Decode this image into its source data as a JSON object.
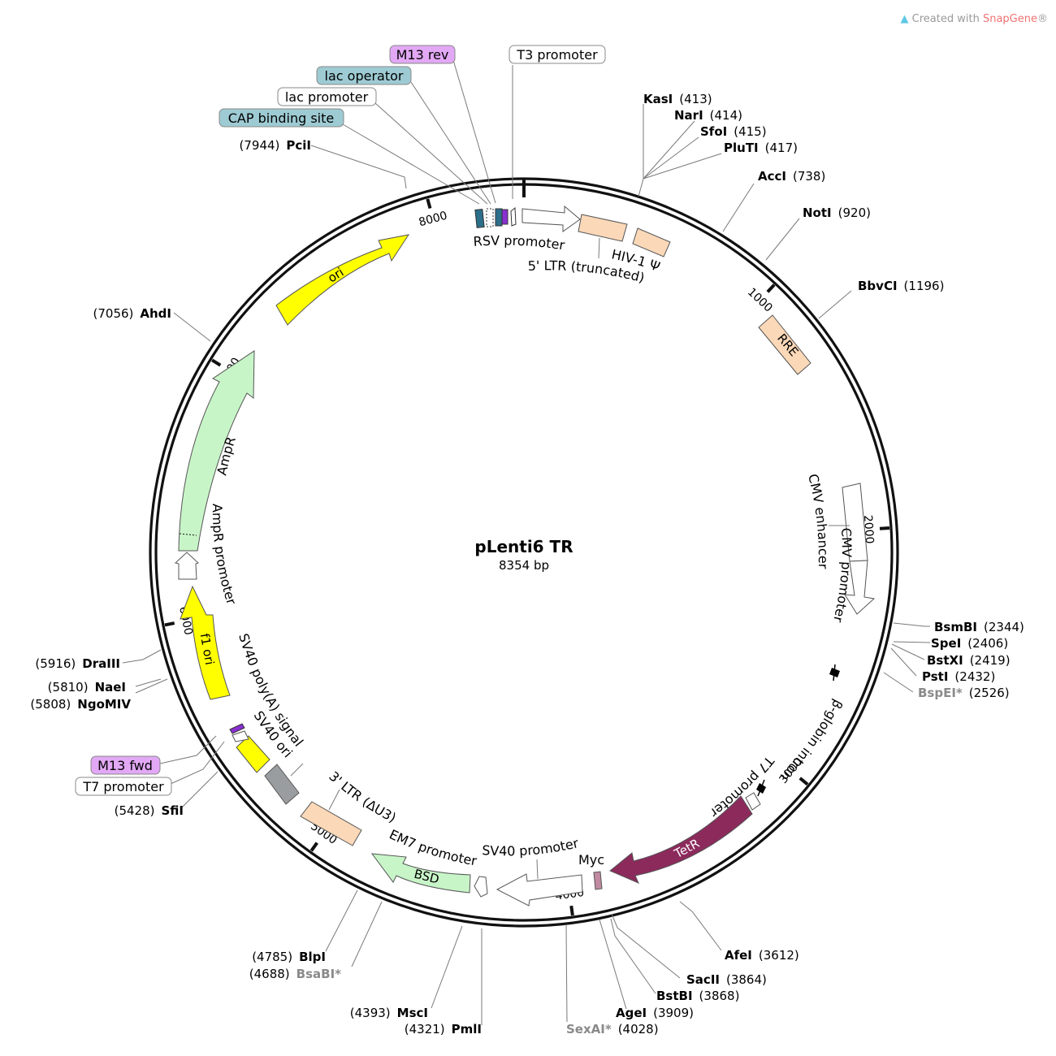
{
  "credit": {
    "prefix": "Created with ",
    "brand": "SnapGene",
    "suffix": "®",
    "icon": "snapgene-logo-icon"
  },
  "plasmid": {
    "name": "pLenti6 TR",
    "size_label": "8354 bp",
    "length": 8354
  },
  "ticks": [
    {
      "pos": 1000,
      "label": "1000"
    },
    {
      "pos": 2000,
      "label": "2000"
    },
    {
      "pos": 3000,
      "label": "3000"
    },
    {
      "pos": 4000,
      "label": "4000"
    },
    {
      "pos": 5000,
      "label": "5000"
    },
    {
      "pos": 6000,
      "label": "6000"
    },
    {
      "pos": 7000,
      "label": "7000"
    },
    {
      "pos": 8000,
      "label": "8000"
    }
  ],
  "enzymes": [
    {
      "name": "KasI",
      "pos": "(413)"
    },
    {
      "name": "NarI",
      "pos": "(414)"
    },
    {
      "name": "SfoI",
      "pos": "(415)"
    },
    {
      "name": "PluTI",
      "pos": "(417)"
    },
    {
      "name": "AccI",
      "pos": "(738)"
    },
    {
      "name": "NotI",
      "pos": "(920)"
    },
    {
      "name": "BbvCI",
      "pos": "(1196)"
    },
    {
      "name": "BsmBI",
      "pos": "(2344)"
    },
    {
      "name": "SpeI",
      "pos": "(2406)"
    },
    {
      "name": "BstXI",
      "pos": "(2419)"
    },
    {
      "name": "PstI",
      "pos": "(2432)"
    },
    {
      "name": "BspEI*",
      "pos": "(2526)"
    },
    {
      "name": "AfeI",
      "pos": "(3612)"
    },
    {
      "name": "SacII",
      "pos": "(3864)"
    },
    {
      "name": "BstBI",
      "pos": "(3868)"
    },
    {
      "name": "AgeI",
      "pos": "(3909)"
    },
    {
      "name": "SexAI*",
      "pos": "(4028)"
    },
    {
      "name": "PmlI",
      "pos": "(4321)"
    },
    {
      "name": "MscI",
      "pos": "(4393)"
    },
    {
      "name": "BsaBI*",
      "pos": "(4688)"
    },
    {
      "name": "BlpI",
      "pos": "(4785)"
    },
    {
      "name": "SfiI",
      "pos": "(5428)"
    },
    {
      "name": "NgoMIV",
      "pos": "(5808)"
    },
    {
      "name": "NaeI",
      "pos": "(5810)"
    },
    {
      "name": "DraIII",
      "pos": "(5916)"
    },
    {
      "name": "AhdI",
      "pos": "(7056)"
    },
    {
      "name": "PciI",
      "pos": "(7944)"
    }
  ],
  "features": [
    {
      "name": "M13 rev",
      "color": "#e2a8f5",
      "boxed": true
    },
    {
      "name": "T3 promoter",
      "color": "#ffffff",
      "boxed": true
    },
    {
      "name": "lac operator",
      "color": "#9ecbd3",
      "boxed": true
    },
    {
      "name": "lac promoter",
      "color": "#ffffff",
      "boxed": true
    },
    {
      "name": "CAP binding site",
      "color": "#9ecbd3",
      "boxed": true
    },
    {
      "name": "RSV promoter",
      "color": "#ffffff"
    },
    {
      "name": "5' LTR (truncated)",
      "color": "#fad8b8"
    },
    {
      "name": "HIV-1 Ψ",
      "color": "#fad8b8"
    },
    {
      "name": "RRE",
      "color": "#fad8b8"
    },
    {
      "name": "CMV enhancer",
      "color": "#ffffff"
    },
    {
      "name": "CMV promoter",
      "color": "#ffffff"
    },
    {
      "name": "β-globin intron",
      "color": "#000000"
    },
    {
      "name": "T7 promoter",
      "color": "#ffffff"
    },
    {
      "name": "TetR",
      "color": "#8c2a5c"
    },
    {
      "name": "Myc",
      "color": "#c08aa0"
    },
    {
      "name": "SV40 promoter",
      "color": "#ffffff"
    },
    {
      "name": "EM7 promoter",
      "color": "#ffffff"
    },
    {
      "name": "BSD",
      "color": "#c8f5c8"
    },
    {
      "name": "3' LTR (ΔU3)",
      "color": "#fad8b8"
    },
    {
      "name": "SV40 ori",
      "color": "#9a9da0"
    },
    {
      "name": "SV40 poly(A) signal",
      "color": "#ffff00"
    },
    {
      "name": "M13 fwd",
      "color": "#e2a8f5",
      "boxed": true
    },
    {
      "name": "T7 promoter",
      "color": "#ffffff",
      "boxed": true
    },
    {
      "name": "f1 ori",
      "color": "#ffff00"
    },
    {
      "name": "AmpR promoter",
      "color": "#ffffff"
    },
    {
      "name": "AmpR",
      "color": "#c8f5c8"
    },
    {
      "name": "ori",
      "color": "#ffff00"
    }
  ]
}
